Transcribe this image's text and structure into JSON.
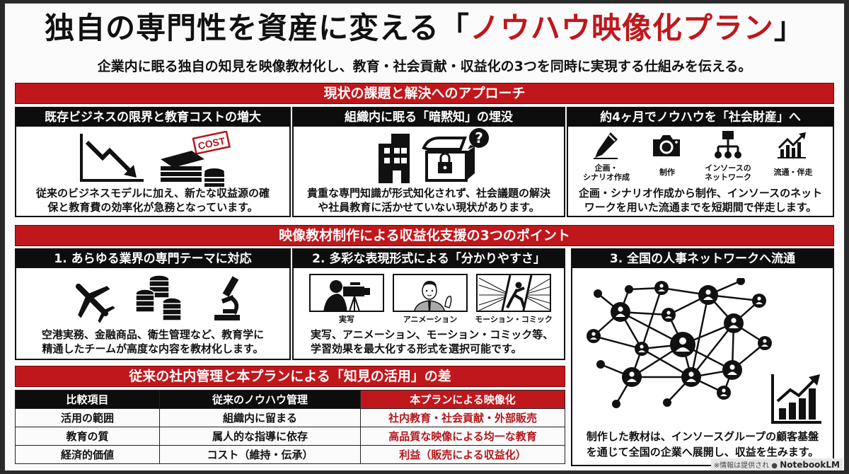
{
  "header": {
    "title_prefix": "独自の専門性を資産に変える「",
    "title_accent": "ノウハウ映像化プラン",
    "title_suffix": "」",
    "subtitle": "企業内に眠る独自の知見を映像教材化し、教育・社会貢献・収益化の3つを同時に実現する仕組みを伝える。"
  },
  "section1": {
    "bar": "現状の課題と解決へのアプローチ",
    "panels": [
      {
        "title": "既存ビジネスの限界と教育コストの増大",
        "icons": [
          "declining-chart-icon",
          "money-cost-icon"
        ],
        "cost_label": "COST",
        "text1": "従来のビジネスモデルに加え、新たな収益源の確",
        "text2": "保と教育費の効率化が急務となっています。"
      },
      {
        "title": "組織内に眠る「暗黙知」の埋没",
        "icons": [
          "office-building-icon",
          "locked-treasure-chest-icon",
          "question-bubble-icon"
        ],
        "text1": "貴重な専門知識が形式知化されず、社会議題の解決",
        "text2": "や社員教育に活かせていない現状があります。"
      },
      {
        "title": "約4ヶ月でノウハウを「社会財産」へ",
        "steps": [
          {
            "icon": "pen-icon",
            "label1": "企画・",
            "label2": "シナリオ作成"
          },
          {
            "icon": "camera-icon",
            "label1": "制作",
            "label2": ""
          },
          {
            "icon": "network-hierarchy-icon",
            "label1": "インソースの",
            "label2": "ネットワーク"
          },
          {
            "icon": "growth-chart-icon",
            "label1": "流通・伴走",
            "label2": ""
          }
        ],
        "text1": "企画・シナリオ作成から制作、インソースのネット",
        "text2": "ワークを用いた流通までを短期間で伴走します。"
      }
    ]
  },
  "section2": {
    "bar": "映像教材制作による収益化支援の3つのポイント",
    "panels": [
      {
        "title": "1. あらゆる業界の専門テーマに対応",
        "icons": [
          "airplane-icon",
          "coin-stacks-icon",
          "microscope-icon"
        ],
        "text1": "空港実務、金融商品、衛生管理など、教育学に",
        "text2": "精通したチームが高度な内容を教材化します。"
      },
      {
        "title": "2. 多彩な表現形式による「分かりやすさ」",
        "formats": [
          "実写",
          "アニメーション",
          "モーション・コミック"
        ],
        "text1": "実写、アニメーション、モーション・コミック等、",
        "text2": "学習効果を最大化する形式を選択可能です。"
      },
      {
        "title": "3. 全国の人事ネットワークへ流通",
        "text1": "制作した教材は、インソースグループの顧客基盤",
        "text2": "を通じて全国の企業へ展開し、収益を生みます。"
      }
    ]
  },
  "section3": {
    "bar": "従来の社内管理と本プランによる「知見の活用」の差",
    "columns": [
      "比較項目",
      "従来のノウハウ管理",
      "本プランによる映像化"
    ],
    "rows": [
      [
        "活用の範囲",
        "組織内に留まる",
        "社内教育・社会貢献・外部販売"
      ],
      [
        "教育の質",
        "属人的な指導に依存",
        "高品質な映像による均一な教育"
      ],
      [
        "経済的価値",
        "コスト（維持・伝承）",
        "利益（販売による収益化）"
      ]
    ]
  },
  "footer": {
    "note": "※情報は提供され",
    "brand": "NotebookLM"
  },
  "colors": {
    "accent": "#c0171c",
    "header_black": "#0d0d0d"
  }
}
